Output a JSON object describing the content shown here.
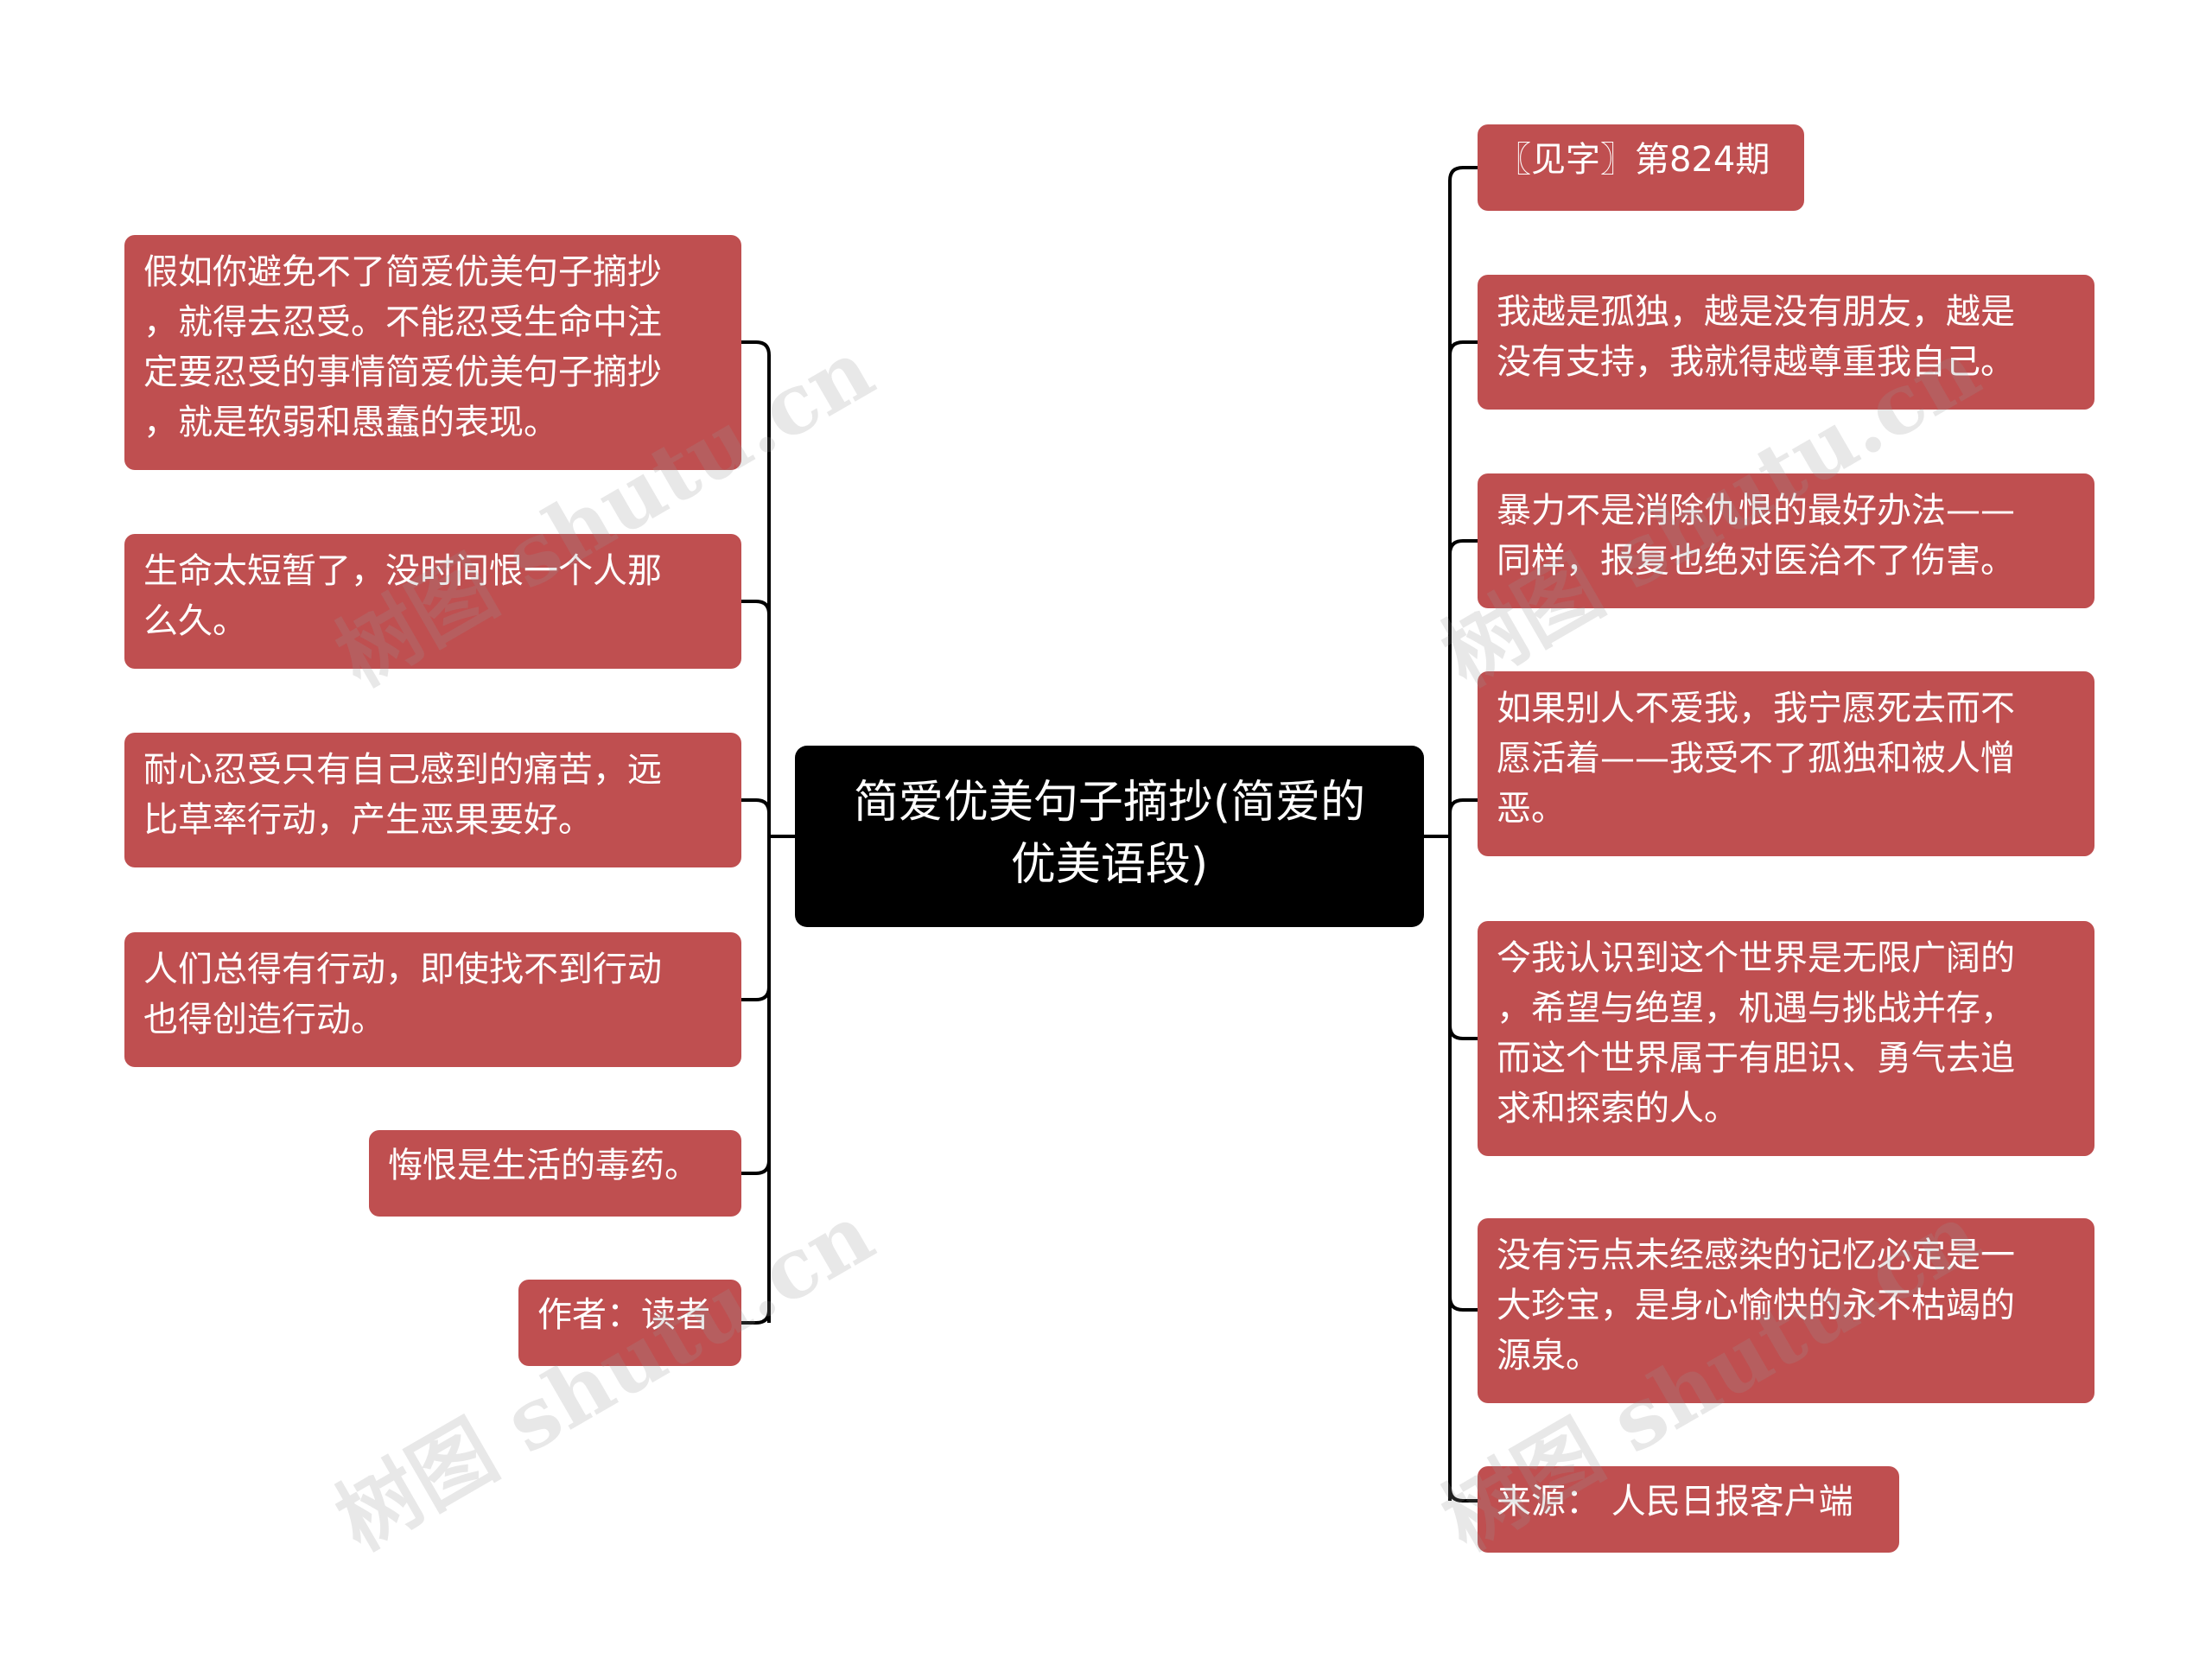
{
  "center": {
    "label": "简爱优美句子摘抄(简爱的\n优美语段)"
  },
  "left_nodes": [
    {
      "text": "假如你避免不了简爱优美句子摘抄\n，就得去忍受。不能忍受生命中注\n定要忍受的事情简爱优美句子摘抄\n，就是软弱和愚蠢的表现。"
    },
    {
      "text": "生命太短暂了，没时间恨一个人那\n么久。"
    },
    {
      "text": "耐心忍受只有自己感到的痛苦，远\n比草率行动，产生恶果要好。"
    },
    {
      "text": "人们总得有行动，即使找不到行动\n也得创造行动。"
    },
    {
      "text": "悔恨是生活的毒药。"
    },
    {
      "text": "作者：读者"
    }
  ],
  "right_nodes": [
    {
      "text": "〖见字〗第824期"
    },
    {
      "text": "我越是孤独，越是没有朋友，越是\n没有支持，我就得越尊重我自己。"
    },
    {
      "text": "暴力不是消除仇恨的最好办法——\n同样，报复也绝对医治不了伤害。"
    },
    {
      "text": "如果别人不爱我，我宁愿死去而不\n愿活着——我受不了孤独和被人憎\n恶。"
    },
    {
      "text": "今我认识到这个世界是无限广阔的\n，希望与绝望，机遇与挑战并存，\n而这个世界属于有胆识、勇气去追\n求和探索的人。"
    },
    {
      "text": "没有污点未经感染的记忆必定是一\n大珍宝，是身心愉快的永不枯竭的\n源泉。"
    },
    {
      "text": "来源： 人民日报客户端"
    }
  ],
  "watermarks": [
    "树图 shutu.cn",
    "树图 shutu.cn",
    "树图 shutu.cn",
    "树图 shutu.cn"
  ],
  "colors": {
    "node_fill": "#bf4f50",
    "center_fill": "#000000",
    "connector": "#000000",
    "text": "#ffffff"
  }
}
